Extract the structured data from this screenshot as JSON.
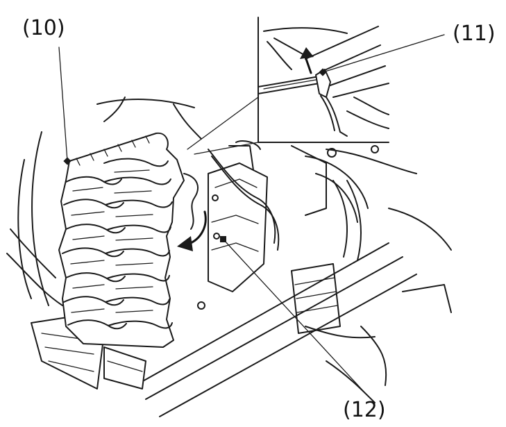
{
  "callouts": [
    {
      "id": "c10",
      "label": "(10)"
    },
    {
      "id": "c11",
      "label": "(11)"
    },
    {
      "id": "c12",
      "label": "(12)"
    }
  ],
  "colors": {
    "ink": "#1a1a1a",
    "background": "#ffffff"
  }
}
